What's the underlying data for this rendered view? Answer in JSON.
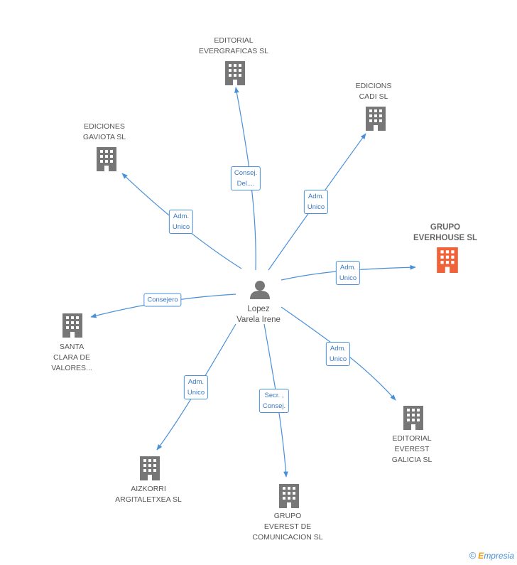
{
  "center": {
    "line1": "Lopez",
    "line2": "Varela Irene"
  },
  "nodes": [
    {
      "id": "editorial-evergraficas",
      "line1": "EDITORIAL",
      "line2": "EVERGRAFICAS SL",
      "line3": ""
    },
    {
      "id": "edicions-cadi",
      "line1": "EDICIONS",
      "line2": "CADI SL",
      "line3": ""
    },
    {
      "id": "ediciones-gaviota",
      "line1": "EDICIONES",
      "line2": "GAVIOTA SL",
      "line3": ""
    },
    {
      "id": "grupo-everhouse",
      "line1": "GRUPO",
      "line2": "EVERHOUSE SL",
      "line3": ""
    },
    {
      "id": "santa-clara",
      "line1": "SANTA",
      "line2": "CLARA DE",
      "line3": "VALORES..."
    },
    {
      "id": "editorial-everest-galicia",
      "line1": "EDITORIAL",
      "line2": "EVEREST",
      "line3": "GALICIA SL"
    },
    {
      "id": "aizkorri",
      "line1": "AIZKORRI",
      "line2": "ARGITALETXEA SL",
      "line3": ""
    },
    {
      "id": "grupo-everest",
      "line1": "GRUPO",
      "line2": "EVEREST DE",
      "line3": "COMUNICACION SL"
    }
  ],
  "edges": [
    {
      "line1": "Consej.",
      "line2": "Del...."
    },
    {
      "line1": "Adm.",
      "line2": "Unico"
    },
    {
      "line1": "Adm.",
      "line2": "Unico"
    },
    {
      "line1": "Adm.",
      "line2": "Unico"
    },
    {
      "line1": "Consejero",
      "line2": ""
    },
    {
      "line1": "Adm.",
      "line2": "Unico"
    },
    {
      "line1": "Adm.",
      "line2": "Unico"
    },
    {
      "line1": "Secr. ,",
      "line2": "Consej."
    }
  ],
  "colors": {
    "building": "#777777",
    "building_highlight": "#f0623a",
    "edge": "#4a90d9"
  },
  "icons": {
    "center": "person-icon",
    "node": "building-icon"
  },
  "footer": {
    "copyright": "©",
    "brand_initial": "E",
    "brand_rest": "mpresia"
  }
}
